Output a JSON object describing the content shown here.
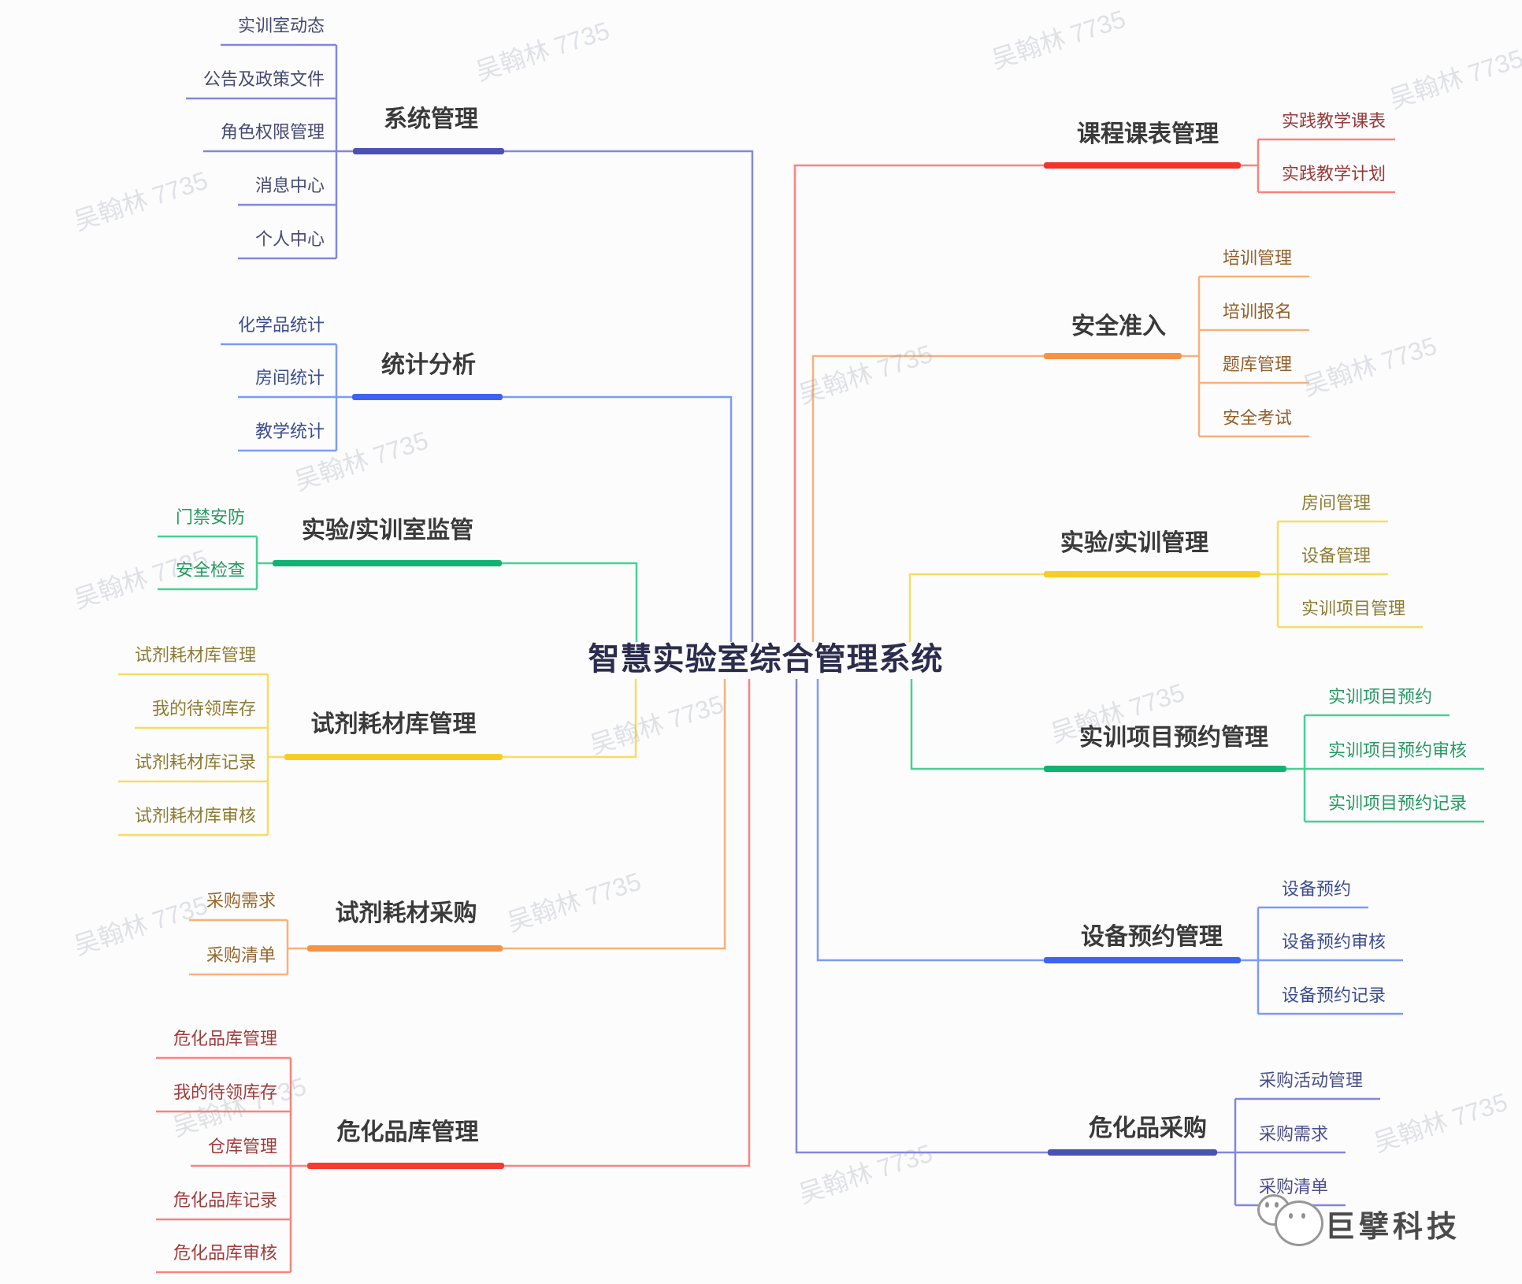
{
  "title": "智慧实验室综合管理系统",
  "watermark": "吴翰林 7735",
  "logo": {
    "brand": "巨擘科技",
    "icon": "chat-bubbles-icon"
  },
  "colors": {
    "indigo_bar": "#4a50b4",
    "indigo_line": "#8287dd",
    "blue_bar": "#3e63ee",
    "blue_line": "#7e9af7",
    "green_bar": "#12b372",
    "green_line": "#47d095",
    "yellow_bar": "#f6cd27",
    "yellow_line": "#f8dc63",
    "orange_bar": "#f79342",
    "orange_line": "#fab079",
    "red_bar": "#f63b30",
    "red_line": "#fa837b",
    "title_color": "#2c2c4e"
  },
  "branches": [
    {
      "id": "system-management",
      "side": "left",
      "label": "系统管理",
      "color": "#4a50b4",
      "line_color": "#8287dd",
      "children_color": "#454a72",
      "children": [
        "实训室动态",
        "公告及政策文件",
        "角色权限管理",
        "消息中心",
        "个人中心"
      ]
    },
    {
      "id": "statistics-analysis",
      "side": "left",
      "label": "统计分析",
      "color": "#3e63ee",
      "line_color": "#7e9af7",
      "children_color": "#3d4d8e",
      "children": [
        "化学品统计",
        "房间统计",
        "教学统计"
      ]
    },
    {
      "id": "lab-room-supervision",
      "side": "left",
      "label": "实验/实训室监管",
      "color": "#12b372",
      "line_color": "#47d095",
      "children_color": "#279a63",
      "children": [
        "门禁安防",
        "安全检查"
      ]
    },
    {
      "id": "reagent-consumable-warehouse",
      "side": "left",
      "label": "试剂耗材库管理",
      "color": "#f6cd27",
      "line_color": "#f8dc63",
      "children_color": "#8d7c33",
      "children": [
        "试剂耗材库管理",
        "我的待领库存",
        "试剂耗材库记录",
        "试剂耗材库审核"
      ]
    },
    {
      "id": "reagent-consumable-purchase",
      "side": "left",
      "label": "试剂耗材采购",
      "color": "#f79342",
      "line_color": "#fab079",
      "children_color": "#96672e",
      "children": [
        "采购需求",
        "采购清单"
      ]
    },
    {
      "id": "hazmat-warehouse-management",
      "side": "left",
      "label": "危化品库管理",
      "color": "#f63b30",
      "line_color": "#fa837b",
      "children_color": "#a03c3c",
      "children": [
        "危化品库管理",
        "我的待领库存",
        "仓库管理",
        "危化品库记录",
        "危化品库审核"
      ]
    },
    {
      "id": "course-timetable-management",
      "side": "right",
      "label": "课程课表管理",
      "color": "#f2342b",
      "line_color": "#fa837b",
      "children_color": "#983a3a",
      "children": [
        "实践教学课表",
        "实践教学计划"
      ]
    },
    {
      "id": "safety-access",
      "side": "right",
      "label": "安全准入",
      "color": "#f79342",
      "line_color": "#fab079",
      "children_color": "#925f2c",
      "children": [
        "培训管理",
        "培训报名",
        "题库管理",
        "安全考试"
      ]
    },
    {
      "id": "lab-training-management",
      "side": "right",
      "label": "实验/实训管理",
      "color": "#f6cd27",
      "line_color": "#f8dc63",
      "children_color": "#8d7c33",
      "children": [
        "房间管理",
        "设备管理",
        "实训项目管理"
      ]
    },
    {
      "id": "training-project-booking",
      "side": "right",
      "label": "实训项目预约管理",
      "color": "#12b372",
      "line_color": "#47d095",
      "children_color": "#279a63",
      "children": [
        "实训项目预约",
        "实训项目预约审核",
        "实训项目预约记录"
      ]
    },
    {
      "id": "equipment-booking",
      "side": "right",
      "label": "设备预约管理",
      "color": "#3e63ee",
      "line_color": "#7e9af7",
      "children_color": "#3d4d8e",
      "children": [
        "设备预约",
        "设备预约审核",
        "设备预约记录"
      ]
    },
    {
      "id": "hazmat-purchase",
      "side": "right",
      "label": "危化品采购",
      "color": "#4a50b4",
      "line_color": "#8287dd",
      "children_color": "#4b4f88",
      "children": [
        "采购活动管理",
        "采购需求",
        "采购清单"
      ]
    }
  ]
}
